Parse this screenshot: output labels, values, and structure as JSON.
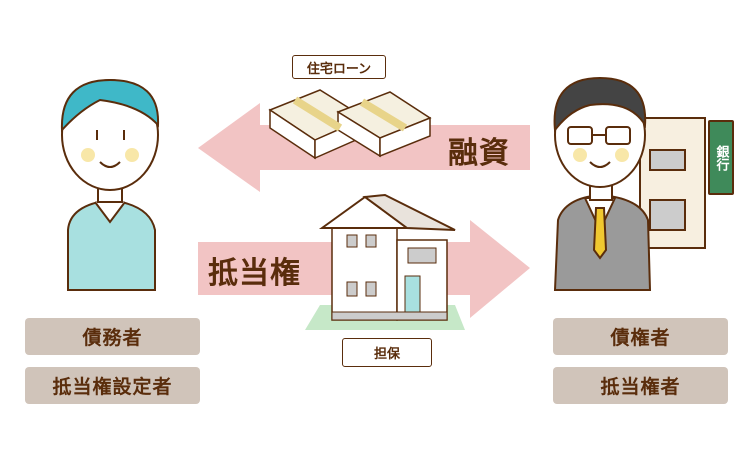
{
  "arrows": {
    "loan_label": "融資",
    "mortgage_label": "抵当権"
  },
  "tags": {
    "housing_loan": "住宅ローン",
    "collateral": "担保"
  },
  "bank": {
    "sign": "銀行"
  },
  "debtor": {
    "roles": [
      "債務者",
      "抵当権設定者"
    ]
  },
  "creditor": {
    "roles": [
      "債権者",
      "抵当権者"
    ]
  },
  "colors": {
    "arrow": "#f2c4c4",
    "role_box": "#d0c4ba",
    "text": "#5a2d0c",
    "ground": "#c6e8c8"
  }
}
